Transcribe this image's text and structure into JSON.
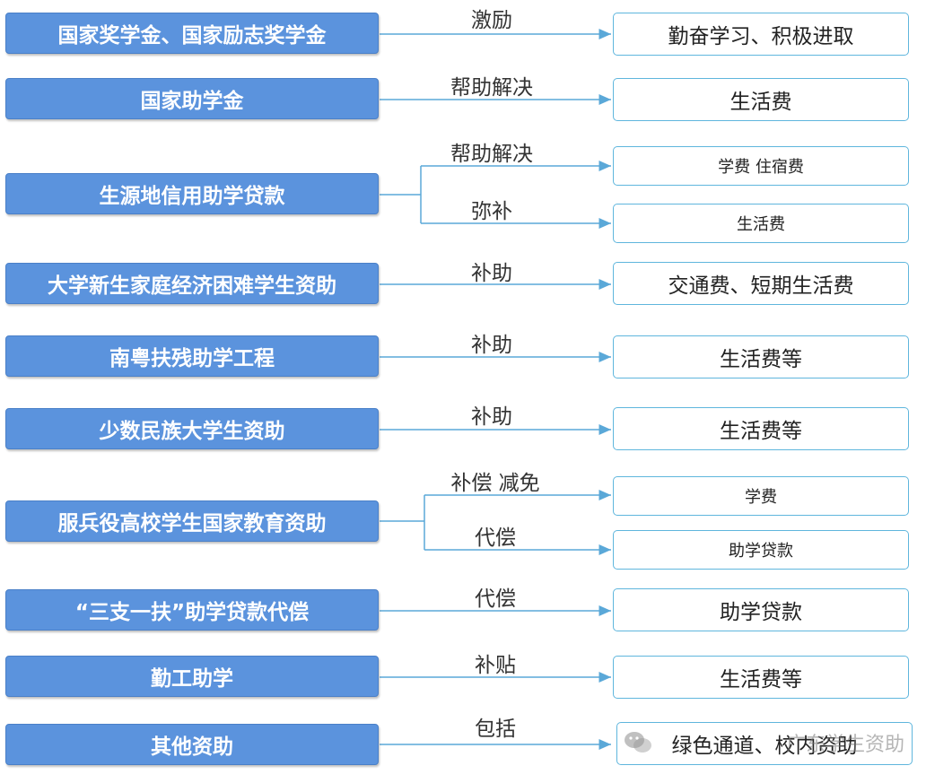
{
  "rows": [
    {
      "source": "国家奖学金、国家励志奖学金",
      "edges": [
        {
          "label": "激励",
          "target": "勤奋学习、积极进取"
        }
      ]
    },
    {
      "source": "国家助学金",
      "edges": [
        {
          "label": "帮助解决",
          "target": "生活费"
        }
      ]
    },
    {
      "source": "生源地信用助学贷款",
      "edges": [
        {
          "label": "帮助解决",
          "target": "学费 住宿费"
        },
        {
          "label": "弥补",
          "target": "生活费"
        }
      ]
    },
    {
      "source": "大学新生家庭经济困难学生资助",
      "edges": [
        {
          "label": "补助",
          "target": "交通费、短期生活费"
        }
      ]
    },
    {
      "source": "南粤扶残助学工程",
      "edges": [
        {
          "label": "补助",
          "target": "生活费等"
        }
      ]
    },
    {
      "source": "少数民族大学生资助",
      "edges": [
        {
          "label": "补助",
          "target": "生活费等"
        }
      ]
    },
    {
      "source": "服兵役高校学生国家教育资助",
      "edges": [
        {
          "label": "补偿 减免",
          "target": "学费"
        },
        {
          "label": "代偿",
          "target": "助学贷款"
        }
      ]
    },
    {
      "source": "“三支一扶”助学贷款代偿",
      "edges": [
        {
          "label": "代偿",
          "target": "助学贷款"
        }
      ]
    },
    {
      "source": "勤工助学",
      "edges": [
        {
          "label": "补贴",
          "target": "生活费等"
        }
      ]
    },
    {
      "source": "其他资助",
      "edges": [
        {
          "label": "包括",
          "target": "绿色通道、校内资助"
        }
      ]
    }
  ],
  "watermark": {
    "text": "广东学生资助",
    "icon": "wechat-icon"
  },
  "colors": {
    "source_fill": "#5b93dd",
    "target_border": "#5fb6dd",
    "arrow": "#5aa8d8"
  }
}
